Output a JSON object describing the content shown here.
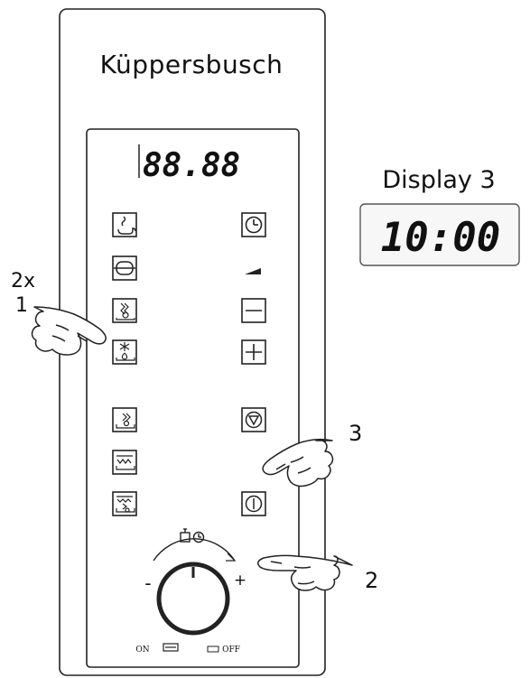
{
  "brand": "Küppersbusch",
  "display_main": "88.88",
  "display3": {
    "label": "Display 3",
    "value": "10:00"
  },
  "steps": {
    "step1_count": "2x",
    "step1": "1",
    "step2": "2",
    "step3": "3"
  },
  "knob": {
    "minus": "-",
    "plus": "+",
    "on": "ON",
    "off": "OFF"
  },
  "left_buttons": [
    "steam-jug-icon",
    "grill-element-icon",
    "fan-defrost-icon",
    "defrost-drop-icon",
    "fan-heat-icon",
    "bottom-heat-icon",
    "fan-top-heat-icon"
  ],
  "right_buttons": [
    "clock-icon",
    "volume-wedge-icon",
    "minus-icon",
    "plus-icon",
    "stop-triangle-icon",
    "power-icon"
  ]
}
